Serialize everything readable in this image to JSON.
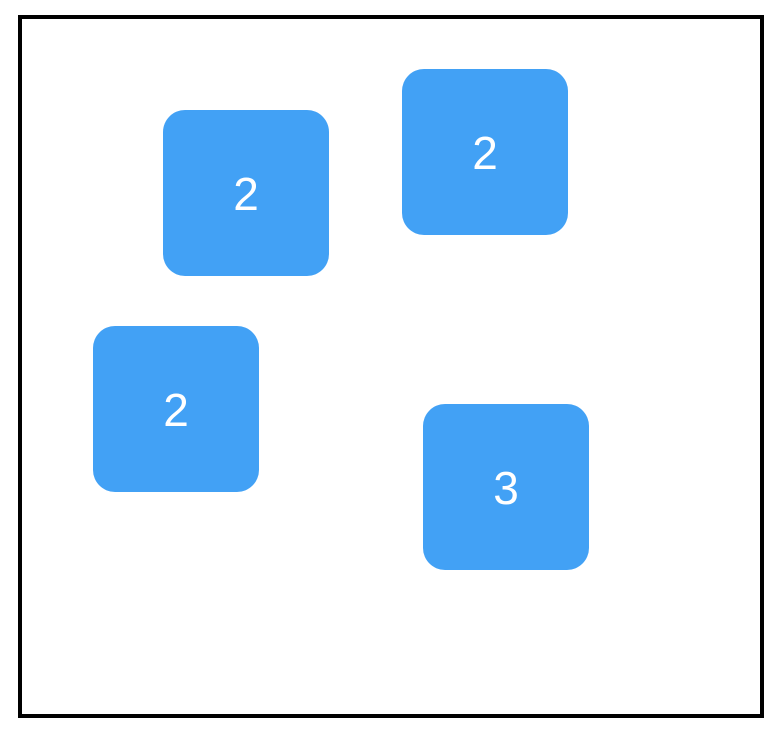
{
  "colors": {
    "tile_fill": "#42a1f5",
    "tile_text": "#ffffff",
    "frame_border": "#000000",
    "background": "#ffffff"
  },
  "tiles": [
    {
      "label": "2"
    },
    {
      "label": "2"
    },
    {
      "label": "2"
    },
    {
      "label": "3"
    }
  ]
}
